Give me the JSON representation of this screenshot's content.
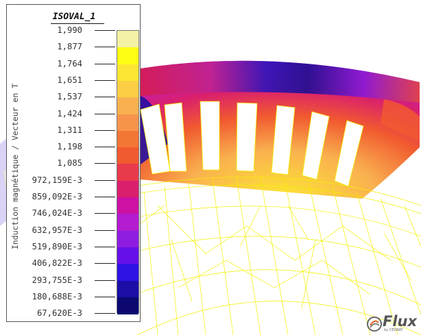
{
  "legend": {
    "title": "ISOVAL_1",
    "axis_label": "Induction magnétique / Vecteur en T",
    "levels": [
      "1,990",
      "1,877",
      "1,764",
      "1,651",
      "1,537",
      "1,424",
      "1,311",
      "1,198",
      "1,085",
      "972,159E-3",
      "859,092E-3",
      "746,024E-3",
      "632,957E-3",
      "519,890E-3",
      "406,822E-3",
      "293,755E-3",
      "180,688E-3",
      "67,620E-3"
    ],
    "colors": [
      "#f4f2a4",
      "#fefe14",
      "#fde633",
      "#fcce45",
      "#f9b14f",
      "#f7944c",
      "#f47637",
      "#f15a2f",
      "#e93a4c",
      "#da1f6d",
      "#cc11a3",
      "#b41cd0",
      "#8e1de0",
      "#6610e8",
      "#2f13e6",
      "#1a0ea6",
      "#0c0870"
    ]
  },
  "logo": {
    "text": "Flux",
    "subtext": "by CEDRAT"
  },
  "colors": {
    "mesh": "#f2f000",
    "background": "#ffffff"
  }
}
